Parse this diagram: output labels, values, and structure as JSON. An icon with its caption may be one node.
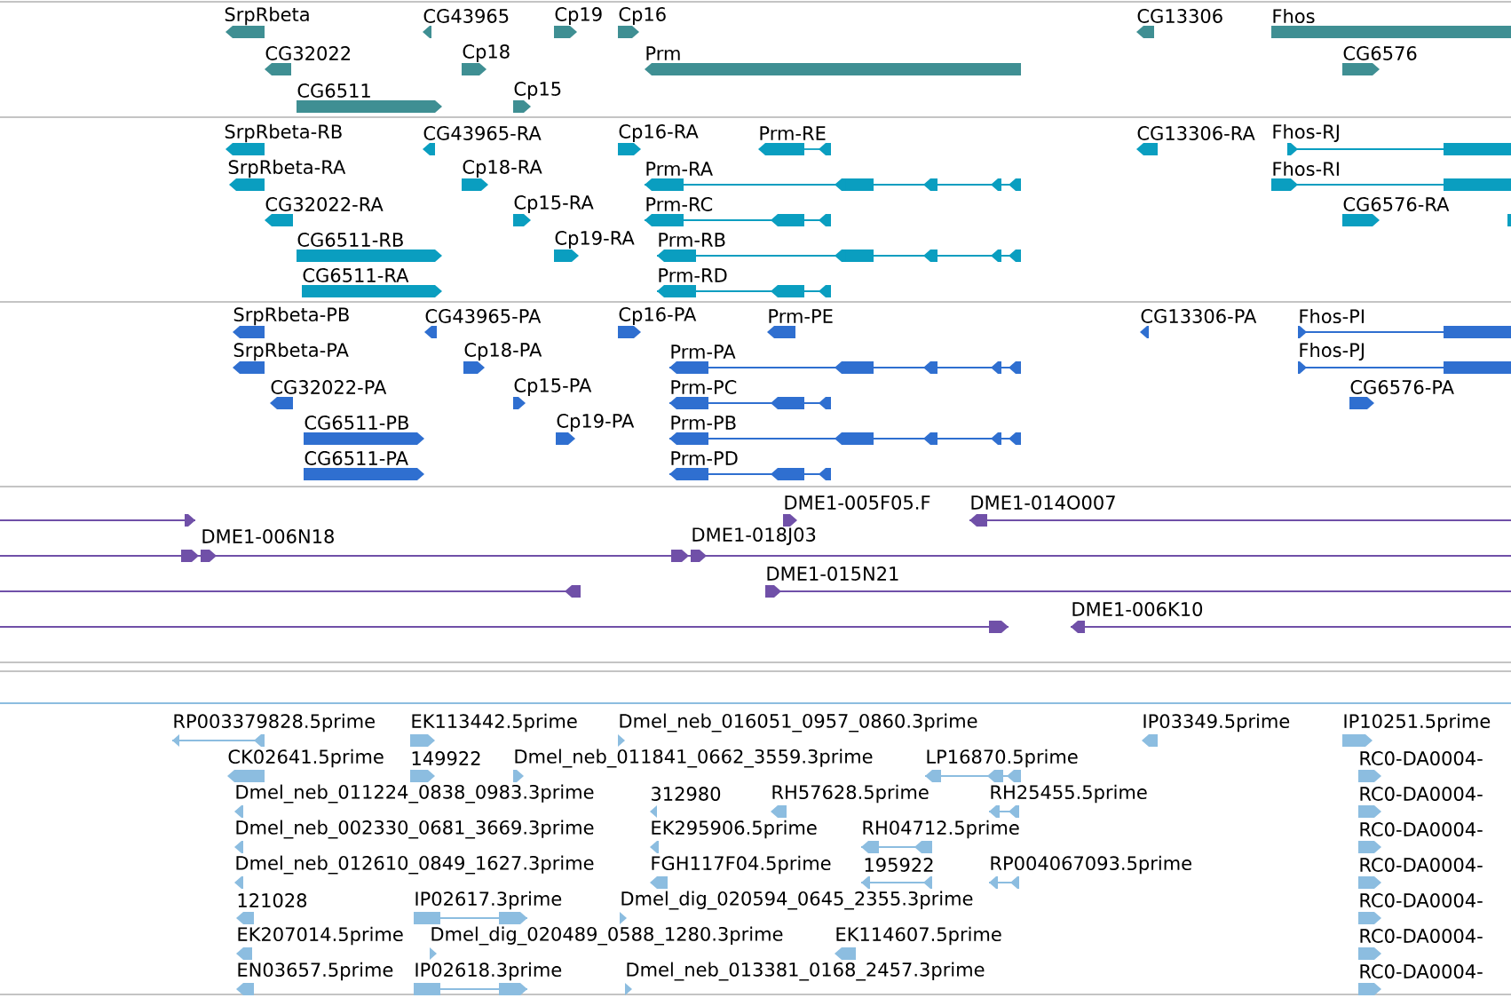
{
  "diagram": {
    "labels": [
      "SrpRbeta",
      "CG43965",
      "Cp19",
      "Cp16",
      "CG13306",
      "Fhos",
      "CG32022",
      "Cp18",
      "Prm",
      "CG6576",
      "CG6511",
      "Cp15",
      "SrpRbeta-RB",
      "CG43965-RA",
      "Cp16-RA",
      "Prm-RE",
      "CG13306-RA",
      "Fhos-RJ",
      "SrpRbeta-RA",
      "Cp18-RA",
      "Prm-RA",
      "Fhos-RI",
      "CG32022-RA",
      "Cp15-RA",
      "Prm-RC",
      "CG6576-RA",
      "CG6511-RB",
      "Cp19-RA",
      "Prm-RB",
      "CG6511-RA",
      "Prm-RD",
      "SrpRbeta-PB",
      "CG43965-PA",
      "Cp16-PA",
      "Prm-PE",
      "CG13306-PA",
      "Fhos-PI",
      "SrpRbeta-PA",
      "Cp18-PA",
      "Prm-PA",
      "Fhos-PJ",
      "CG32022-PA",
      "Cp15-PA",
      "Prm-PC",
      "CG6576-PA",
      "CG6511-PB",
      "Cp19-PA",
      "Prm-PB",
      "CG6511-PA",
      "Prm-PD",
      "DME1-005F05.F",
      "DME1-014O007",
      "DME1-006N18",
      "DME1-018J03",
      "DME1-015N21",
      "DME1-006K10",
      "RP003379828.5prime",
      "EK113442.5prime",
      "Dmel_neb_016051_0957_0860.3prime",
      "IP03349.5prime",
      "IP10251.5prime",
      "CK02641.5prime",
      "149922",
      "Dmel_neb_011841_0662_3559.3prime",
      "LP16870.5prime",
      "RC0-DA0004-",
      "Dmel_neb_011224_0838_0983.3prime",
      "312980",
      "RH57628.5prime",
      "RH25455.5prime",
      "RC0-DA0004-",
      "Dmel_neb_002330_0681_3669.3prime",
      "EK295906.5prime",
      "RH04712.5prime",
      "RC0-DA0004-",
      "Dmel_neb_012610_0849_1627.3prime",
      "FGH117F04.5prime",
      "195922",
      "RP004067093.5prime",
      "RC0-DA0004-",
      "121028",
      "IP02617.3prime",
      "Dmel_dig_020594_0645_2355.3prime",
      "RC0-DA0004-",
      "EK207014.5prime",
      "Dmel_dig_020489_0588_1280.3prime",
      "EK114607.5prime",
      "RC0-DA0004-",
      "EN03657.5prime",
      "IP02618.3prime",
      "Dmel_neb_013381_0168_2457.3prime",
      "RC0-DA0004-"
    ]
  }
}
